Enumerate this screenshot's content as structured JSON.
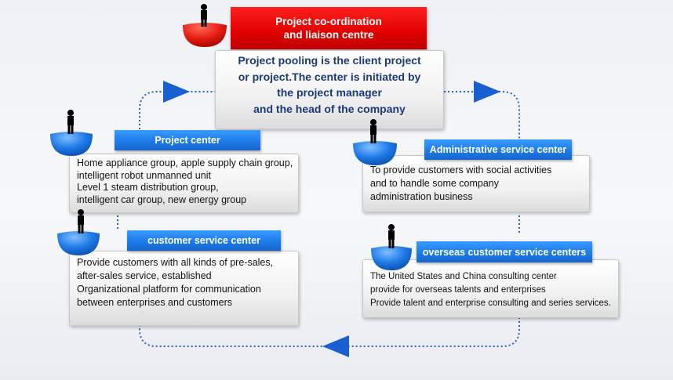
{
  "title_box": {
    "line1": "Project co-ordination",
    "line2": "and liaison centre"
  },
  "center_box": {
    "lines": [
      "Project pooling is the client project",
      "or project.The center is initiated by",
      "the project manager",
      "and the head of the company"
    ]
  },
  "project_center": {
    "label": "Project center",
    "lines": [
      "Home appliance group, apple supply chain group,",
      " intelligent robot unmanned unit",
      "Level 1 steam distribution group,",
      "intelligent car group, new energy group"
    ]
  },
  "customer_service": {
    "label": "customer service center",
    "lines": [
      "Provide customers with all kinds of pre-sales,",
      "after-sales service, established",
      "Organizational platform for communication",
      " between enterprises and customers"
    ]
  },
  "administrative": {
    "label": "Administrative service center",
    "lines": [
      "To provide customers with social activities",
      "and to handle some company",
      "administration business"
    ]
  },
  "overseas": {
    "label": "overseas customer service centers",
    "lines": [
      "The United States and China consulting center",
      "provide for overseas talents and enterprises",
      "Provide talent and enterprise consulting and series services."
    ]
  },
  "colors": {
    "accent_blue": "#1e7be8",
    "title_red": "#e00000",
    "text_navy": "#1b3a78",
    "flow_arrow": "#1a5fd0"
  },
  "icons": [
    "person-on-red-dome-icon",
    "person-on-blue-dome-icon",
    "flow-arrow-icon"
  ]
}
